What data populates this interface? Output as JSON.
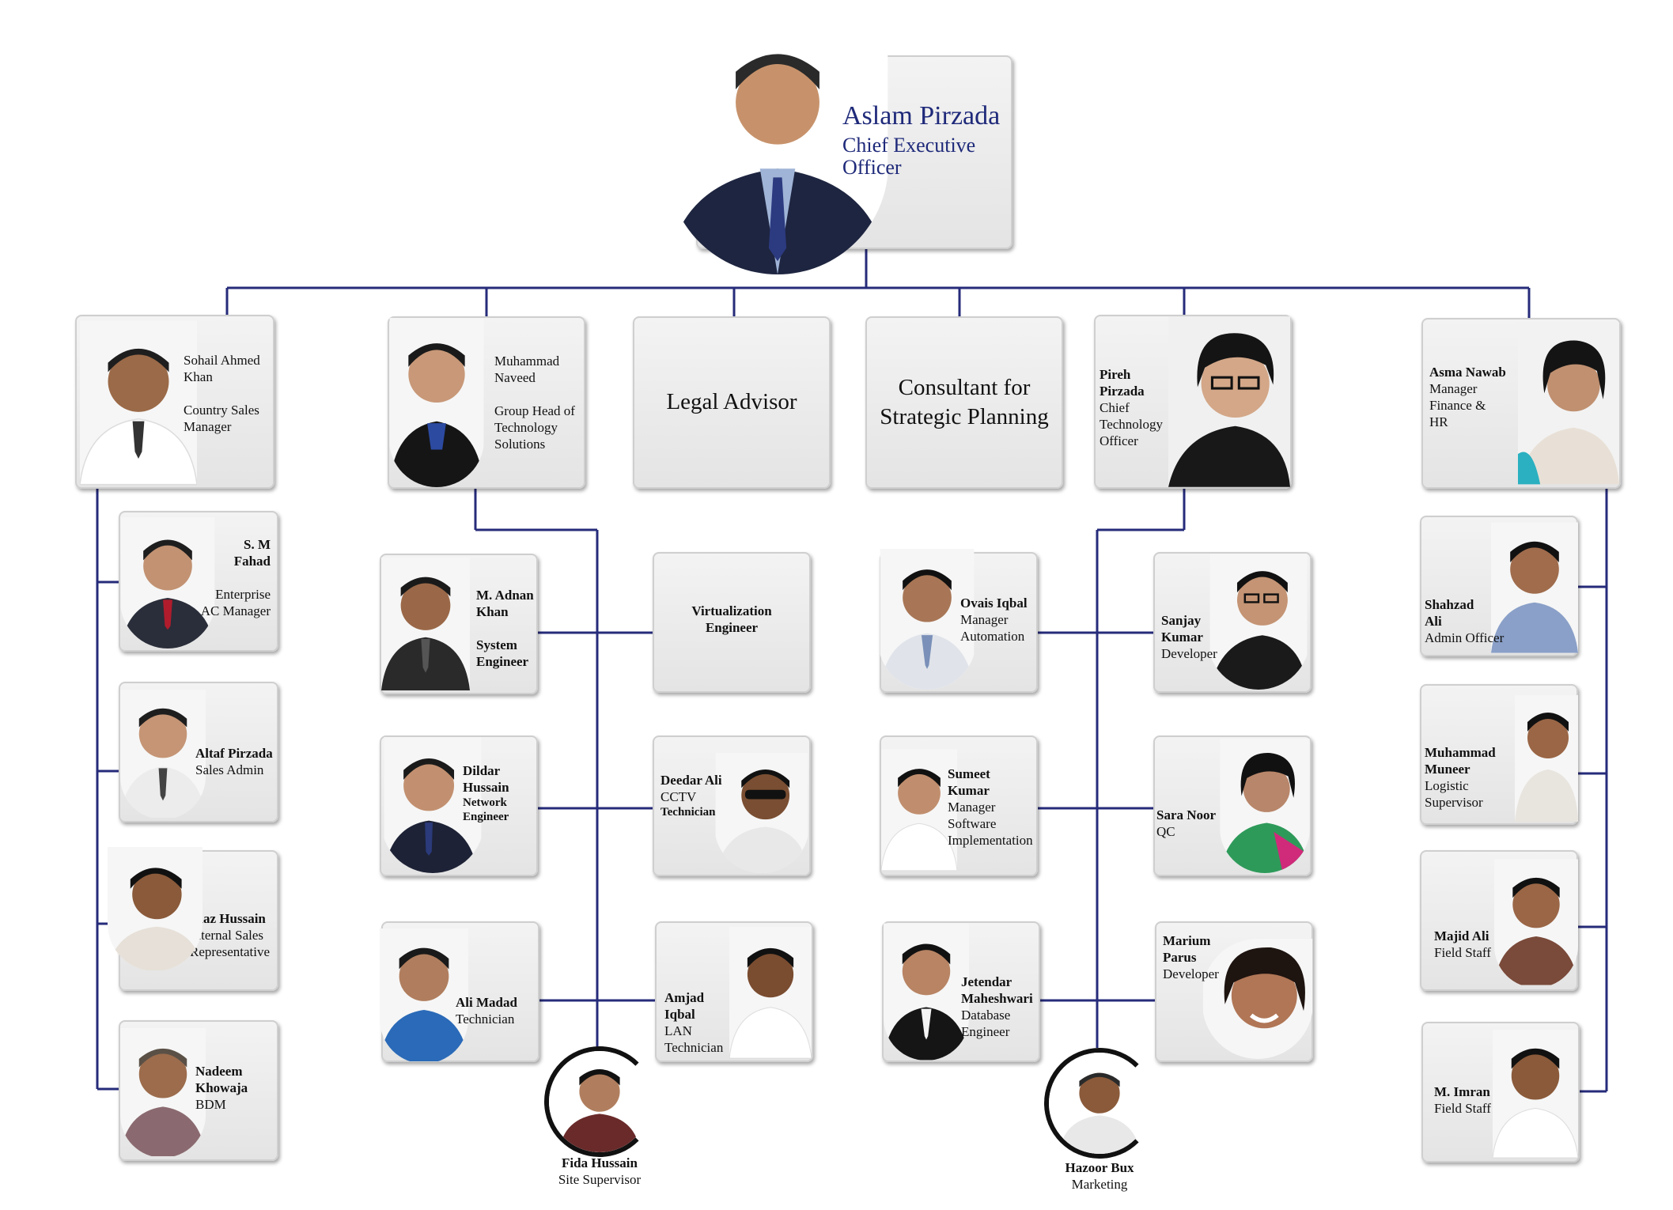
{
  "ceo": {
    "name": "Aslam Pirzada",
    "title_line1": "Chief Executive",
    "title_line2": "Officer"
  },
  "tiers": {
    "sohail": {
      "line1": "Sohail Ahmed",
      "line2": "Khan",
      "line3": "Country Sales",
      "line4": "Manager"
    },
    "naveed": {
      "line1": "Muhammad",
      "line2": "Naveed",
      "line3": "Group Head of",
      "line4": "Technology",
      "line5": "Solutions"
    },
    "legal": {
      "title": "Legal Advisor"
    },
    "consultant": {
      "line1": "Consultant for",
      "line2": "Strategic Planning"
    },
    "pireh": {
      "line1": "Pireh",
      "line2": "Pirzada",
      "line3": "Chief",
      "line4": "Technology",
      "line5": "Officer"
    },
    "asma": {
      "name": "Asma Nawab",
      "line2": "Manager",
      "line3": "Finance &",
      "line4": "HR"
    }
  },
  "sales": [
    {
      "n1": "S. M",
      "n2": "Fahad",
      "r1": "Enterprise",
      "r2": "AC  Manager"
    },
    {
      "n1": "Altaf Pirzada",
      "r1": "Sales Admin"
    },
    {
      "n1": "Niaz Hussain",
      "r1": "Internal Sales",
      "r2": "Representative"
    },
    {
      "n1": "Nadeem",
      "n2": "Khowaja",
      "r1": "BDM"
    }
  ],
  "tech_left": [
    {
      "n1": "M. Adnan",
      "n2": "Khan",
      "r1": "System",
      "r2": "Engineer"
    },
    {
      "n1": "Dildar",
      "n2": "Hussain",
      "r1": "Network",
      "r2": "Engineer"
    },
    {
      "n1": "Ali Madad",
      "r1": "Technician"
    }
  ],
  "tech_mid": [
    {
      "n1": "Virtualization",
      "n2": "Engineer"
    },
    {
      "n1": "Deedar Ali",
      "r1": "CCTV",
      "r2": "Technician"
    },
    {
      "n1": "Amjad",
      "n2": "Iqbal",
      "r1": "LAN",
      "r2": "Technician"
    }
  ],
  "cto_left": [
    {
      "n1": "Ovais Iqbal",
      "r1": "Manager",
      "r2": "Automation"
    },
    {
      "n1": "Sumeet",
      "n2": "Kumar",
      "r1": "Manager",
      "r2": "Software",
      "r3": "Implementation"
    },
    {
      "n1": "Jetendar",
      "n2": "Maheshwari",
      "r1": "Database",
      "r2": "Engineer"
    }
  ],
  "cto_right": [
    {
      "n1": "Sanjay",
      "n2": "Kumar",
      "r1": "Developer"
    },
    {
      "n1": "Sara Noor",
      "r1": "QC"
    },
    {
      "n1": "Marium",
      "n2": "Parus",
      "r1": "Developer"
    }
  ],
  "hr": [
    {
      "n1": "Shahzad",
      "n2": "Ali",
      "r1": "Admin Officer"
    },
    {
      "n1": "Muhammad",
      "n2": "Muneer",
      "r1": "Logistic",
      "r2": "Supervisor"
    },
    {
      "n1": "Majid Ali",
      "r1": "Field Staff"
    },
    {
      "n1": "M. Imran",
      "r1": "Field Staff"
    }
  ],
  "bottom": [
    {
      "name": "Fida Hussain",
      "role": "Site Supervisor"
    },
    {
      "name": "Hazoor Bux",
      "role": "Marketing"
    }
  ],
  "colors": {
    "line": "#262b7a",
    "ceo_text": "#1f2a7a",
    "card": "#e8e8e8"
  }
}
